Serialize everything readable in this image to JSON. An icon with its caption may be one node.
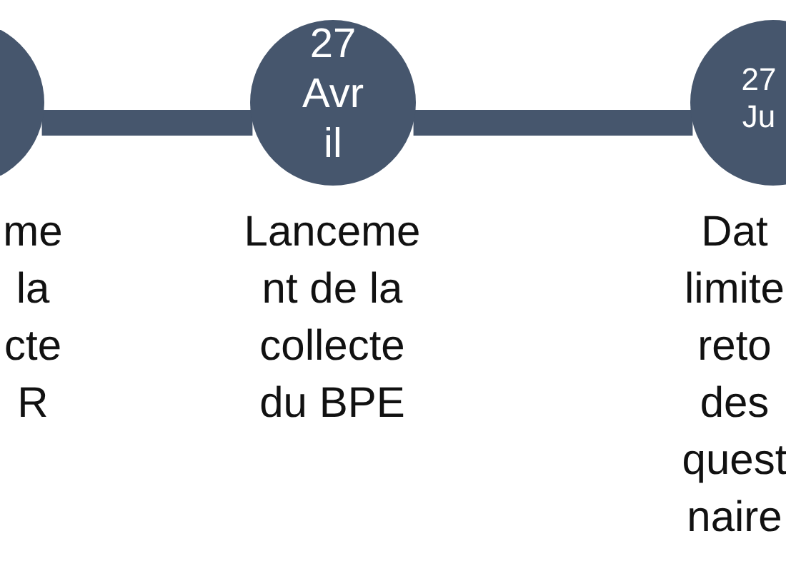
{
  "diagram": {
    "nodes": [
      {
        "text": [],
        "shape": "circle",
        "beside": [
          "me la cte R"
        ]
      },
      {
        "text": [
          "27 Avr il"
        ],
        "beside": [
          "Lanceme nt de la collecte du BPE"
        ]
      },
      {
        "text": [
          "27 Ju"
        ],
        "beside": [
          "Dat limite reto des quest naire"
        ]
      }
    ],
    "edges": [
      {
        "from": 0,
        "to": 1,
        "arrow": "none"
      },
      {
        "from": 1,
        "to": 2,
        "arrow": "none"
      }
    ]
  }
}
